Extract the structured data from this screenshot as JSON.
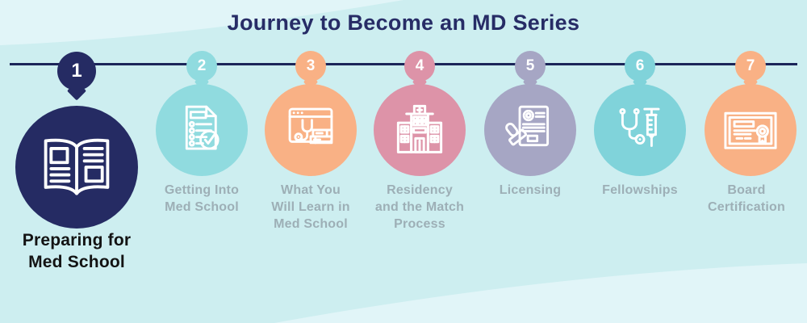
{
  "title": "Journey to Become an MD Series",
  "colors": {
    "background": "#cdeef0",
    "wave_light": "#e1f5f8",
    "timeline": "#1b2559",
    "title": "#272c66",
    "pin_number": "#ffffff"
  },
  "steps": [
    {
      "number": "1",
      "label": "Preparing for\nMed School",
      "color": "#252b63",
      "label_color": "#131313",
      "icon": "open-book-icon",
      "active": true
    },
    {
      "number": "2",
      "label": "Getting Into\nMed School",
      "color": "#90dbdf",
      "label_color": "#9dafb6",
      "icon": "checklist-icon",
      "active": false
    },
    {
      "number": "3",
      "label": "What You\nWill Learn in\nMed School",
      "color": "#f9b185",
      "label_color": "#9dafb6",
      "icon": "online-learning-icon",
      "active": false
    },
    {
      "number": "4",
      "label": "Residency\nand the Match\nProcess",
      "color": "#dd93a8",
      "label_color": "#9dafb6",
      "icon": "hospital-icon",
      "active": false
    },
    {
      "number": "5",
      "label": "Licensing",
      "color": "#a6a6c4",
      "label_color": "#9dafb6",
      "icon": "license-stamp-icon",
      "active": false
    },
    {
      "number": "6",
      "label": "Fellowships",
      "color": "#80d3da",
      "label_color": "#9dafb6",
      "icon": "stethoscope-syringe-icon",
      "active": false
    },
    {
      "number": "7",
      "label": "Board\nCertification",
      "color": "#f9b185",
      "label_color": "#9dafb6",
      "icon": "certificate-icon",
      "active": false
    }
  ]
}
